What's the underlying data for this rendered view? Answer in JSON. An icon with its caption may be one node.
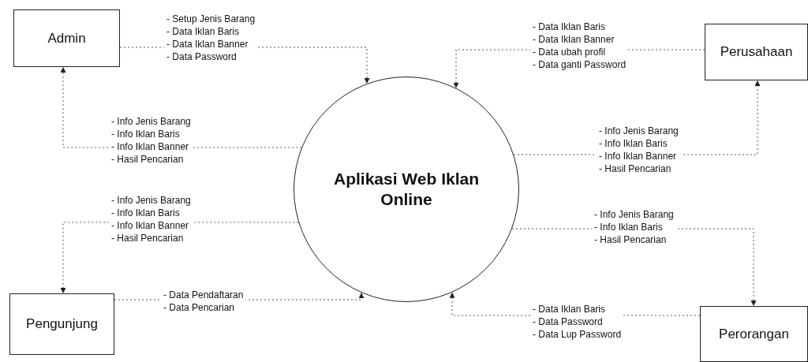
{
  "diagram": {
    "nodes": [
      {
        "text": [
          "Admin"
        ]
      },
      {
        "text": [
          "Perusahaan"
        ]
      },
      {
        "text": [
          "Aplikasi Web Iklan Online"
        ]
      },
      {
        "text": [
          "Pengunjung"
        ]
      },
      {
        "text": [
          "Perorangan"
        ]
      }
    ],
    "edges": [
      {
        "from": 0,
        "to": 2,
        "arrow": "to",
        "label": "- Setup Jenis Barang - Data Iklan Baris - Data Iklan Banner - Data Password"
      },
      {
        "from": 2,
        "to": 0,
        "arrow": "to",
        "label": "- Info Jenis Barang - Info Iklan Baris - Info Iklan Banner - Hasil Pencarian"
      },
      {
        "from": 1,
        "to": 2,
        "arrow": "to",
        "label": "- Data Iklan Baris - Data Iklan Banner - Data ubah profil - Data ganti Password"
      },
      {
        "from": 2,
        "to": 1,
        "arrow": "to",
        "label": "- Info Jenis Barang - Info Iklan Baris - Info Iklan Banner - Hasil Pencarian"
      },
      {
        "from": 2,
        "to": 3,
        "arrow": "to",
        "label": "- Info Jenis Barang - Info Iklan Baris - Info Iklan Banner - Hasil Pencarian"
      },
      {
        "from": 3,
        "to": 2,
        "arrow": "to",
        "label": "- Data Pendaftaran - Data Pencarian"
      },
      {
        "from": 2,
        "to": 4,
        "arrow": "to",
        "label": "- Info Jenis Barang - Info Iklan Baris - Hasil Pencarian"
      },
      {
        "from": 4,
        "to": 2,
        "arrow": "to",
        "label": "- Data Iklan Baris - Data Password - Data Lup Password"
      }
    ]
  }
}
